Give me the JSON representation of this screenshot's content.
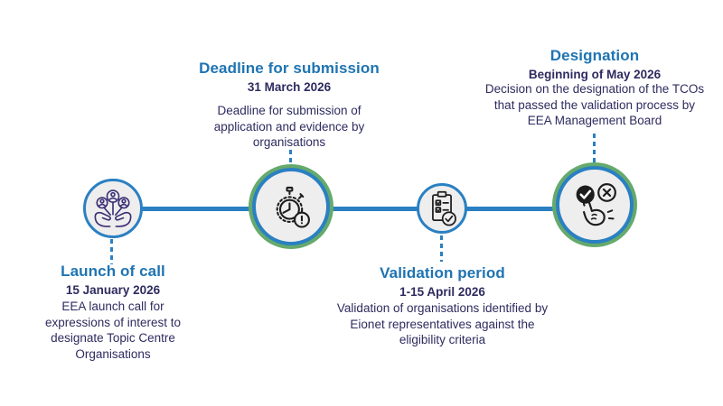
{
  "diagram": {
    "type": "horizontal-timeline",
    "subject": "EEA Topic Centre Organisations call timeline"
  },
  "colors": {
    "title_blue": "#1e74b2",
    "line_blue": "#2a80c2",
    "ring_green": "#65aa6c",
    "body_navy": "#2e2b5f",
    "icon_purple": "#3b2f75",
    "icon_dark": "#1d1d1d",
    "circle_fill": "#efeeee"
  },
  "milestones": [
    {
      "title": "Launch of call",
      "date": "15 January 2026",
      "description": "EEA launch call for expressions of interest to designate Topic Centre Organisations",
      "icon": "community-hands-icon",
      "label_position": "below"
    },
    {
      "title": "Deadline for submission",
      "date": "31 March 2026",
      "description": "Deadline for submission of application and evidence by organisations",
      "icon": "stopwatch-icon",
      "label_position": "above"
    },
    {
      "title": "Validation period",
      "date": "1-15 April 2026",
      "description": "Validation of organisations identified by Eionet representatives against the eligibility criteria",
      "icon": "clipboard-check-icon",
      "label_position": "below"
    },
    {
      "title": "Designation",
      "date": "Beginning of May 2026",
      "description": "Decision on the designation of the TCOs that passed the validation process by EEA Management Board",
      "icon": "decision-choice-icon",
      "label_position": "above"
    }
  ]
}
